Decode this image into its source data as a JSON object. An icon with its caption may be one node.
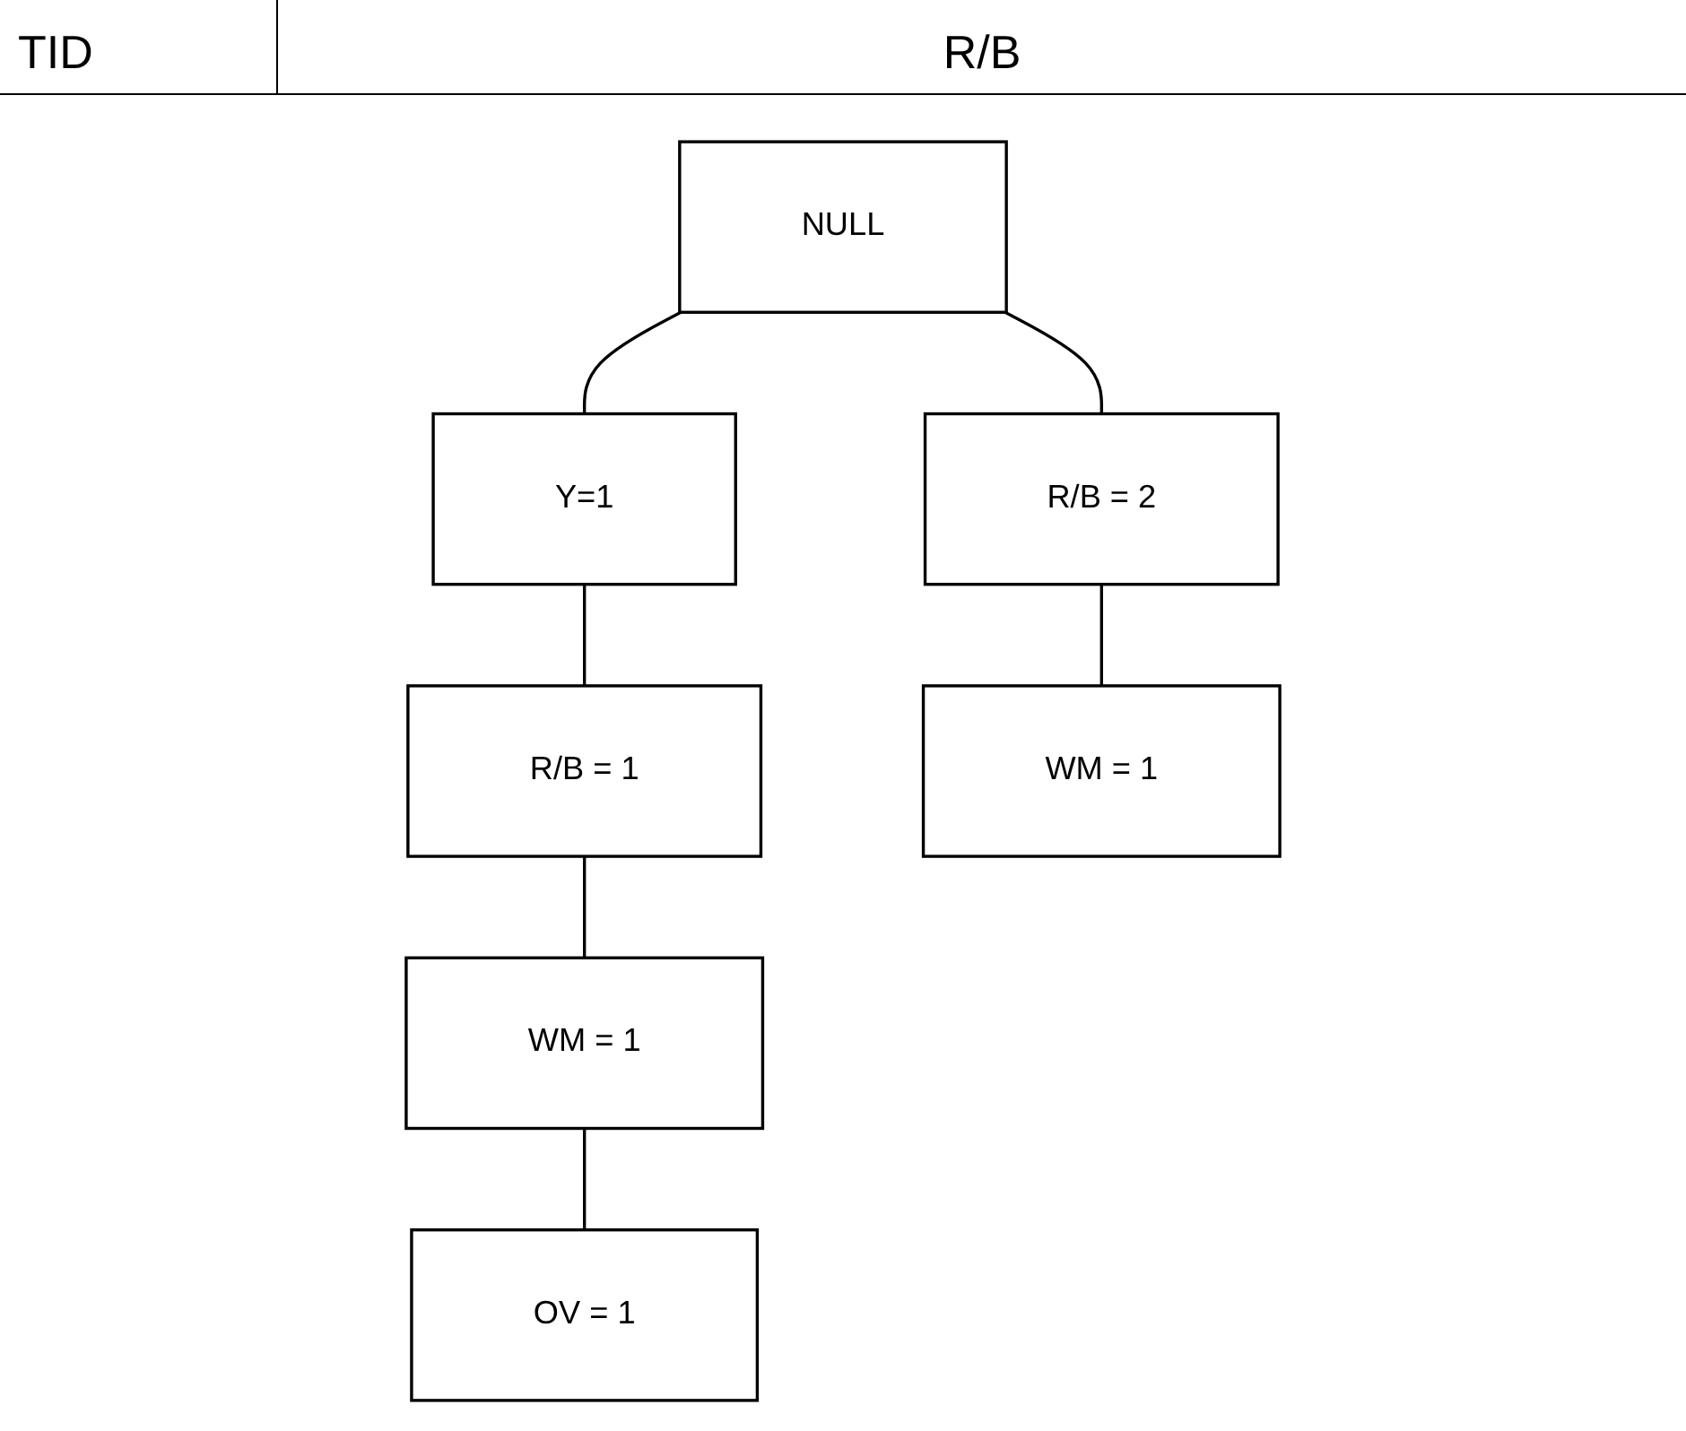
{
  "diagram": {
    "nodes": [
      {
        "text": [
          "NULL"
        ]
      },
      {
        "text": [
          "Y=1"
        ]
      },
      {
        "text": [
          "R/B = 2"
        ]
      },
      {
        "text": [
          "R/B = 1"
        ]
      },
      {
        "text": [
          "WM = 1"
        ]
      },
      {
        "text": [
          "WM = 1"
        ]
      },
      {
        "text": [
          "OV = 1"
        ]
      }
    ],
    "edges": [
      {
        "from": 0,
        "to": 1,
        "arrow": "none"
      },
      {
        "from": 0,
        "to": 2,
        "arrow": "none"
      },
      {
        "from": 1,
        "to": 3,
        "arrow": "none"
      },
      {
        "from": 2,
        "to": 4,
        "arrow": "none"
      },
      {
        "from": 3,
        "to": 5,
        "arrow": "none"
      },
      {
        "from": 5,
        "to": 6,
        "arrow": "none"
      }
    ],
    "labels": [
      "TID",
      "R/B"
    ]
  }
}
